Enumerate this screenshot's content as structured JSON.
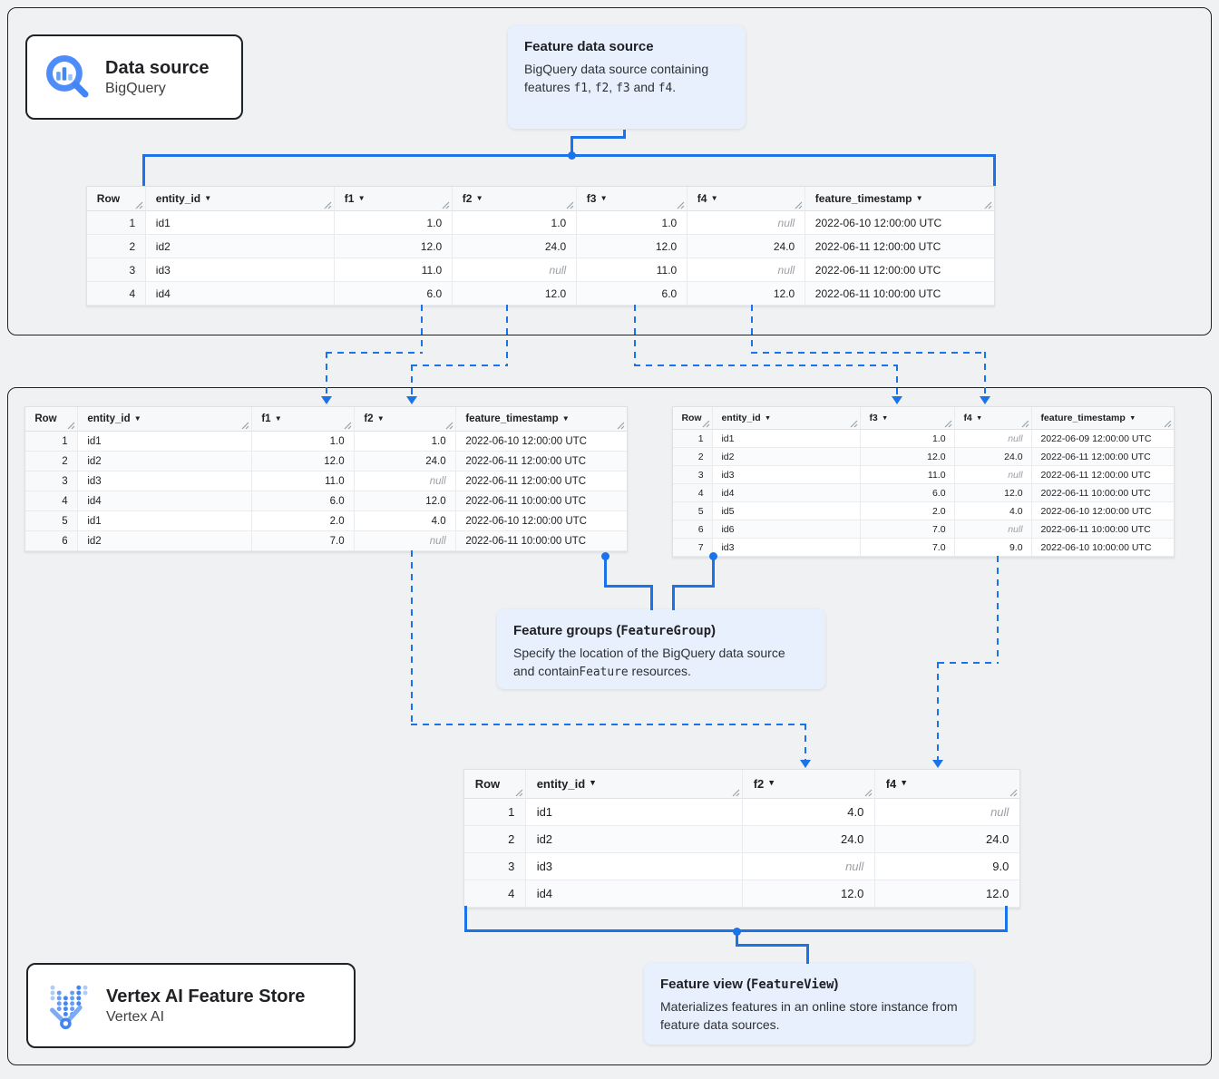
{
  "accent_color": "#1a73e8",
  "callout_bg_color": "#e8f0fe",
  "boxes": {
    "data_source": {
      "title": "Data source",
      "subtitle": "BigQuery",
      "icon": "bigquery-logo"
    },
    "vertex": {
      "title": "Vertex AI Feature Store",
      "subtitle": "Vertex AI",
      "icon": "vertex-ai-logo"
    }
  },
  "callouts": {
    "feature_data_source": {
      "title": "Feature data source",
      "body": [
        {
          "t": "BigQuery data source containing features "
        },
        {
          "t": "f1",
          "mono": true
        },
        {
          "t": ", "
        },
        {
          "t": "f2",
          "mono": true
        },
        {
          "t": ", "
        },
        {
          "t": "f3",
          "mono": true
        },
        {
          "t": " and "
        },
        {
          "t": "f4",
          "mono": true
        },
        {
          "t": "."
        }
      ]
    },
    "feature_groups": {
      "title": [
        {
          "t": "Feature groups ("
        },
        {
          "t": "FeatureGroup",
          "mono": true
        },
        {
          "t": ")"
        }
      ],
      "body": [
        {
          "t": "Specify the location of the BigQuery data source and contain"
        },
        {
          "t": "Feature",
          "mono": true
        },
        {
          "t": " resources."
        }
      ]
    },
    "feature_view": {
      "title": [
        {
          "t": "Feature view ("
        },
        {
          "t": "FeatureView",
          "mono": true
        },
        {
          "t": ")"
        }
      ],
      "body": [
        {
          "t": "Materializes features in an online store instance from feature data sources."
        }
      ]
    }
  },
  "tables": {
    "source": {
      "name": "bigquery-source-table",
      "widths": [
        65,
        208,
        130,
        137,
        122,
        130,
        208
      ],
      "columns": [
        {
          "label": "Row",
          "sortable": false,
          "align": "right"
        },
        {
          "label": "entity_id",
          "sortable": true,
          "align": "left"
        },
        {
          "label": "f1",
          "sortable": true,
          "align": "right"
        },
        {
          "label": "f2",
          "sortable": true,
          "align": "right"
        },
        {
          "label": "f3",
          "sortable": true,
          "align": "right"
        },
        {
          "label": "f4",
          "sortable": true,
          "align": "right"
        },
        {
          "label": "feature_timestamp",
          "sortable": true,
          "align": "left"
        }
      ],
      "rows": [
        [
          "1",
          "id1",
          "1.0",
          "1.0",
          "1.0",
          "null",
          "2022-06-10 12:00:00 UTC"
        ],
        [
          "2",
          "id2",
          "12.0",
          "24.0",
          "12.0",
          "24.0",
          "2022-06-11 12:00:00 UTC"
        ],
        [
          "3",
          "id3",
          "11.0",
          "null",
          "11.0",
          "null",
          "2022-06-11 12:00:00 UTC"
        ],
        [
          "4",
          "id4",
          "6.0",
          "12.0",
          "6.0",
          "12.0",
          "2022-06-11 10:00:00 UTC"
        ]
      ]
    },
    "group1": {
      "name": "feature-group-f1-f2-table",
      "widths": [
        58,
        192,
        113,
        112,
        188
      ],
      "columns": [
        {
          "label": "Row",
          "sortable": false,
          "align": "right"
        },
        {
          "label": "entity_id",
          "sortable": true,
          "align": "left"
        },
        {
          "label": "f1",
          "sortable": true,
          "align": "right"
        },
        {
          "label": "f2",
          "sortable": true,
          "align": "right"
        },
        {
          "label": "feature_timestamp",
          "sortable": true,
          "align": "left"
        }
      ],
      "rows": [
        [
          "1",
          "id1",
          "1.0",
          "1.0",
          "2022-06-10 12:00:00 UTC"
        ],
        [
          "2",
          "id2",
          "12.0",
          "24.0",
          "2022-06-11 12:00:00 UTC"
        ],
        [
          "3",
          "id3",
          "11.0",
          "null",
          "2022-06-11 12:00:00 UTC"
        ],
        [
          "4",
          "id4",
          "6.0",
          "12.0",
          "2022-06-11 10:00:00 UTC"
        ],
        [
          "5",
          "id1",
          "2.0",
          "4.0",
          "2022-06-10 12:00:00 UTC"
        ],
        [
          "6",
          "id2",
          "7.0",
          "null",
          "2022-06-11 10:00:00 UTC"
        ]
      ]
    },
    "group2": {
      "name": "feature-group-f3-f4-table",
      "widths": [
        44,
        163,
        104,
        85,
        156
      ],
      "columns": [
        {
          "label": "Row",
          "sortable": false,
          "align": "right"
        },
        {
          "label": "entity_id",
          "sortable": true,
          "align": "left"
        },
        {
          "label": "f3",
          "sortable": true,
          "align": "right"
        },
        {
          "label": "f4",
          "sortable": true,
          "align": "right"
        },
        {
          "label": "feature_timestamp",
          "sortable": true,
          "align": "left"
        }
      ],
      "rows": [
        [
          "1",
          "id1",
          "1.0",
          "null",
          "2022-06-09 12:00:00 UTC"
        ],
        [
          "2",
          "id2",
          "12.0",
          "24.0",
          "2022-06-11 12:00:00 UTC"
        ],
        [
          "3",
          "id3",
          "11.0",
          "null",
          "2022-06-11 12:00:00 UTC"
        ],
        [
          "4",
          "id4",
          "6.0",
          "12.0",
          "2022-06-11 10:00:00 UTC"
        ],
        [
          "5",
          "id5",
          "2.0",
          "4.0",
          "2022-06-10 12:00:00 UTC"
        ],
        [
          "6",
          "id6",
          "7.0",
          "null",
          "2022-06-11 10:00:00 UTC"
        ],
        [
          "7",
          "id3",
          "7.0",
          "9.0",
          "2022-06-10 10:00:00 UTC"
        ]
      ]
    },
    "view": {
      "name": "feature-view-table",
      "widths": [
        68,
        239,
        146,
        159
      ],
      "columns": [
        {
          "label": "Row",
          "sortable": false,
          "align": "right"
        },
        {
          "label": "entity_id",
          "sortable": true,
          "align": "left"
        },
        {
          "label": "f2",
          "sortable": true,
          "align": "right"
        },
        {
          "label": "f4",
          "sortable": true,
          "align": "right"
        }
      ],
      "rows": [
        [
          "1",
          "id1",
          "4.0",
          "null"
        ],
        [
          "2",
          "id2",
          "24.0",
          "24.0"
        ],
        [
          "3",
          "id3",
          "null",
          "9.0"
        ],
        [
          "4",
          "id4",
          "12.0",
          "12.0"
        ]
      ]
    }
  }
}
